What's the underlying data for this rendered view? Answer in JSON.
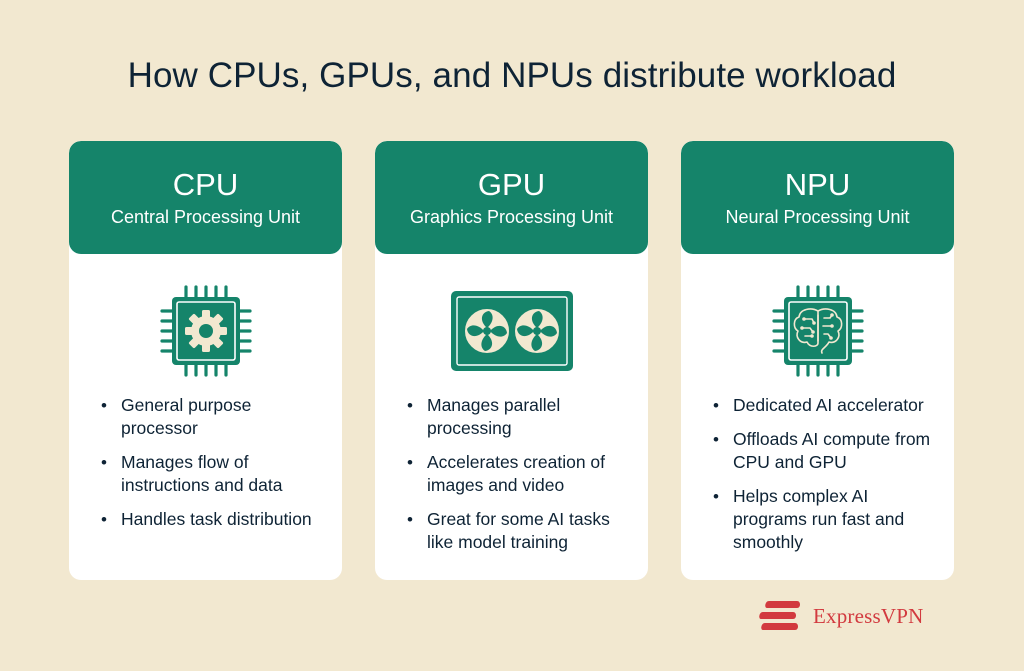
{
  "title": "How CPUs, GPUs, and NPUs distribute workload",
  "colors": {
    "background": "#f2e8d0",
    "header": "#15846a",
    "card": "#ffffff",
    "brand": "#d23a3f"
  },
  "cards": [
    {
      "abbr": "CPU",
      "full": "Central Processing Unit",
      "icon": "cpu-gear-icon",
      "bullets": [
        "General purpose processor",
        "Manages flow of instructions and data",
        "Handles task distribution"
      ]
    },
    {
      "abbr": "GPU",
      "full": "Graphics Processing Unit",
      "icon": "gpu-fans-icon",
      "bullets": [
        "Manages parallel processing",
        "Accelerates creation of images and video",
        "Great for some AI tasks like model training"
      ]
    },
    {
      "abbr": "NPU",
      "full": "Neural Processing Unit",
      "icon": "npu-brain-icon",
      "bullets": [
        "Dedicated AI accelerator",
        "Offloads AI compute from CPU and GPU",
        "Helps complex AI programs run fast and smoothly"
      ]
    }
  ],
  "brand": {
    "name": "ExpressVPN",
    "logo_icon": "expressvpn-logo-icon"
  }
}
